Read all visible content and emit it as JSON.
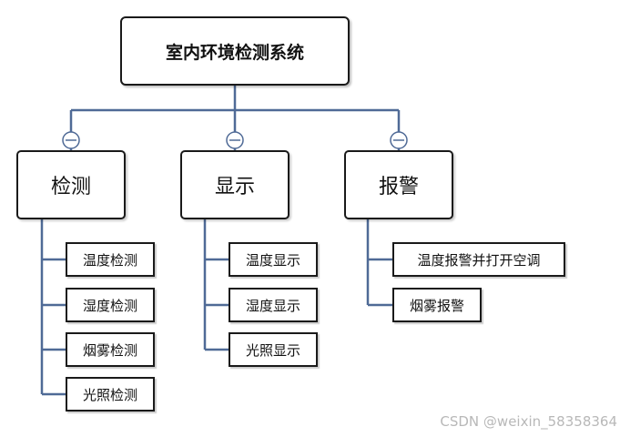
{
  "diagram": {
    "root": "室内环境检测系统",
    "branches": [
      {
        "label": "检测",
        "items": [
          "温度检测",
          "湿度检测",
          "烟雾检测",
          "光照检测"
        ]
      },
      {
        "label": "显示",
        "items": [
          "温度显示",
          "湿度显示",
          "光照显示"
        ]
      },
      {
        "label": "报警",
        "items": [
          "温度报警并打开空调",
          "烟雾报警"
        ]
      }
    ]
  },
  "colors": {
    "connector": "#4f6a96",
    "border": "#1a1a1a"
  },
  "watermark": "CSDN @weixin_58358364"
}
